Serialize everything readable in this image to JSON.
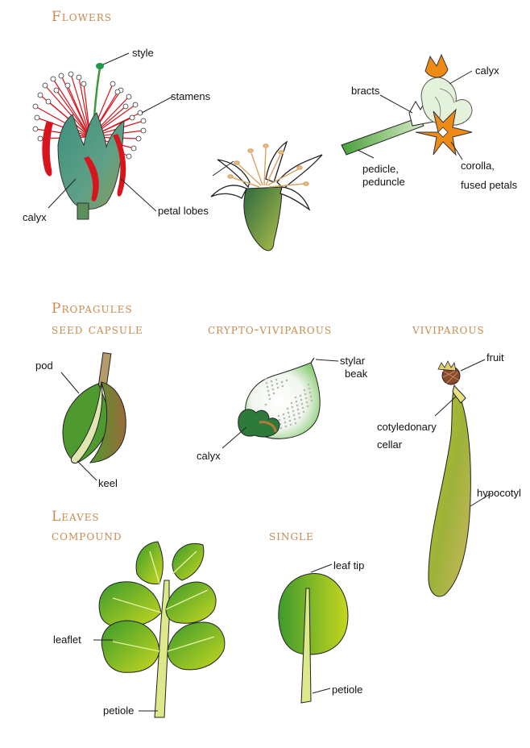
{
  "headings": {
    "flowers": "Flowers",
    "propagules": "Propagules",
    "seed_capsule": "seed capsule",
    "crypto_viviparous": "crypto-viviparous",
    "viviparous": "viviparous",
    "leaves": "Leaves",
    "compound": "compound",
    "single": "single"
  },
  "flower1": {
    "style": "style",
    "stamens": "stamens",
    "calyx": "calyx",
    "petal_lobes": "petal lobes"
  },
  "flower3": {
    "bracts": "bracts",
    "calyx": "calyx",
    "pedicle_1": "pedicle,",
    "pedicle_2": "peduncle",
    "corolla_1": "corolla,",
    "corolla_2": "fused petals"
  },
  "seed": {
    "pod": "pod",
    "keel": "keel"
  },
  "crypto": {
    "stylar_1": "stylar",
    "stylar_2": "beak",
    "calyx": "calyx"
  },
  "vivi": {
    "fruit": "fruit",
    "cot_1": "cotyledonary",
    "cot_2": "cellar",
    "hypocotyl": "hypocotyl"
  },
  "compound_leaf": {
    "leaflet": "leaflet",
    "petiole": "petiole"
  },
  "single_leaf": {
    "leaf_tip": "leaf tip",
    "petiole": "petiole"
  },
  "colors": {
    "heading": "#c98a4e",
    "leaf_green": "#3f9a2e",
    "leaf_yellow": "#c8d820",
    "petal_red": "#d8141c",
    "orange": "#ef8a17"
  }
}
